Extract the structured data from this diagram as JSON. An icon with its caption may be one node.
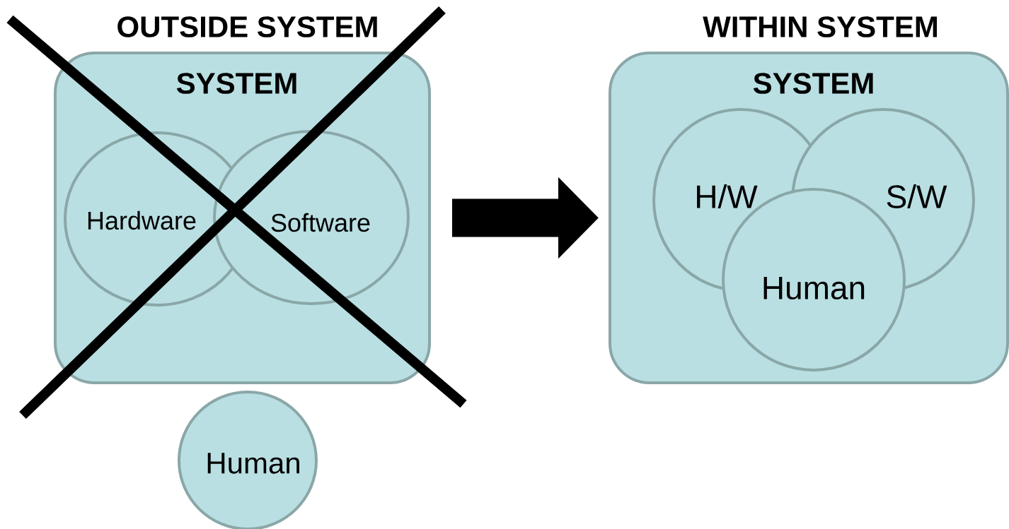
{
  "diagram": {
    "nodes": [
      {
        "text": [
          "OUTSIDE SYSTEM",
          "SYSTEM"
        ]
      },
      {
        "text": [
          "Hardware"
        ],
        "in": 0
      },
      {
        "text": [
          "Software"
        ],
        "in": 0
      },
      {
        "text": [
          "Human"
        ]
      },
      {
        "text": [
          "WITHIN SYSTEM",
          "SYSTEM"
        ]
      },
      {
        "text": [
          "H/W"
        ],
        "in": 4
      },
      {
        "text": [
          "S/W"
        ],
        "in": 4
      },
      {
        "text": [
          "Human"
        ],
        "in": 4
      }
    ],
    "edges": [
      {
        "from": 0,
        "to": 4,
        "arrow": "to"
      }
    ]
  }
}
